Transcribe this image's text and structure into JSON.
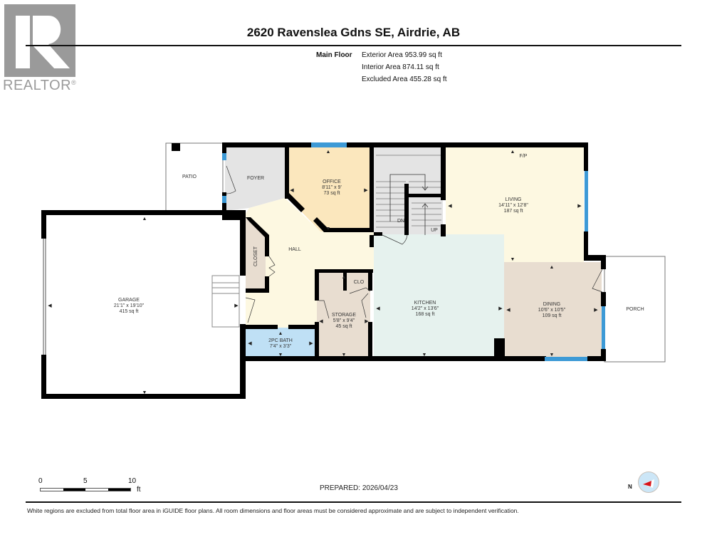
{
  "logo": {
    "brand": "REALTOR",
    "registered": "®",
    "letter": "R"
  },
  "header": {
    "title": "2620 Ravenslea Gdns SE, Airdrie, AB"
  },
  "areas": {
    "floor_label": "Main Floor",
    "exterior": "Exterior Area 953.99 sq ft",
    "interior": "Interior Area 874.11 sq ft",
    "excluded": "Excluded Area 455.28 sq ft"
  },
  "rooms": {
    "patio": {
      "name": "PATIO"
    },
    "foyer": {
      "name": "FOYER"
    },
    "office": {
      "name": "OFFICE",
      "dims": "8'11\" x 9'",
      "area": "73 sq ft"
    },
    "living": {
      "name": "LIVING",
      "dims": "14'11\" x 12'8\"",
      "area": "187 sq ft",
      "note": "F/P"
    },
    "hall": {
      "name": "HALL"
    },
    "closet": {
      "name": "CLOSET"
    },
    "clo": {
      "name": "CLO"
    },
    "garage": {
      "name": "GARAGE",
      "dims": "21'1\" x 19'10\"",
      "area": "415 sq ft"
    },
    "storage": {
      "name": "STORAGE",
      "dims": "5'8\" x 9'4\"",
      "area": "45 sq ft"
    },
    "kitchen": {
      "name": "KITCHEN",
      "dims": "14'2\" x 13'6\"",
      "area": "168 sq ft"
    },
    "dining": {
      "name": "DINING",
      "dims": "10'6\" x 10'5\"",
      "area": "109 sq ft"
    },
    "bath": {
      "name": "2PC BATH",
      "dims": "7'4\" x 3'3\""
    },
    "porch": {
      "name": "PORCH"
    },
    "stairs": {
      "down": "DN",
      "up": "UP"
    }
  },
  "colors": {
    "wall": "#000000",
    "window": "#3d9ad6",
    "office_fill": "#fbe7bd",
    "living_fill": "#fdf8e1",
    "hall_fill": "#fdf8e1",
    "foyer_fill": "#e4e4e4",
    "kitchen_fill": "#e6f2ee",
    "dining_fill": "#e8ddd0",
    "storage_fill": "#e8ddd0",
    "bath_fill": "#bfe0f5",
    "closet_fill": "#e8ddd0",
    "stairs_fill": "#e4e4e4"
  },
  "scale": {
    "zero": "0",
    "five": "5",
    "ten": "10",
    "unit": "ft"
  },
  "prepared": "PREPARED: 2026/04/23",
  "compass": {
    "label": "N"
  },
  "disclaimer": "White regions are excluded from total floor area in iGUIDE floor plans. All room dimensions and floor areas must be considered approximate and are subject to independent verification."
}
